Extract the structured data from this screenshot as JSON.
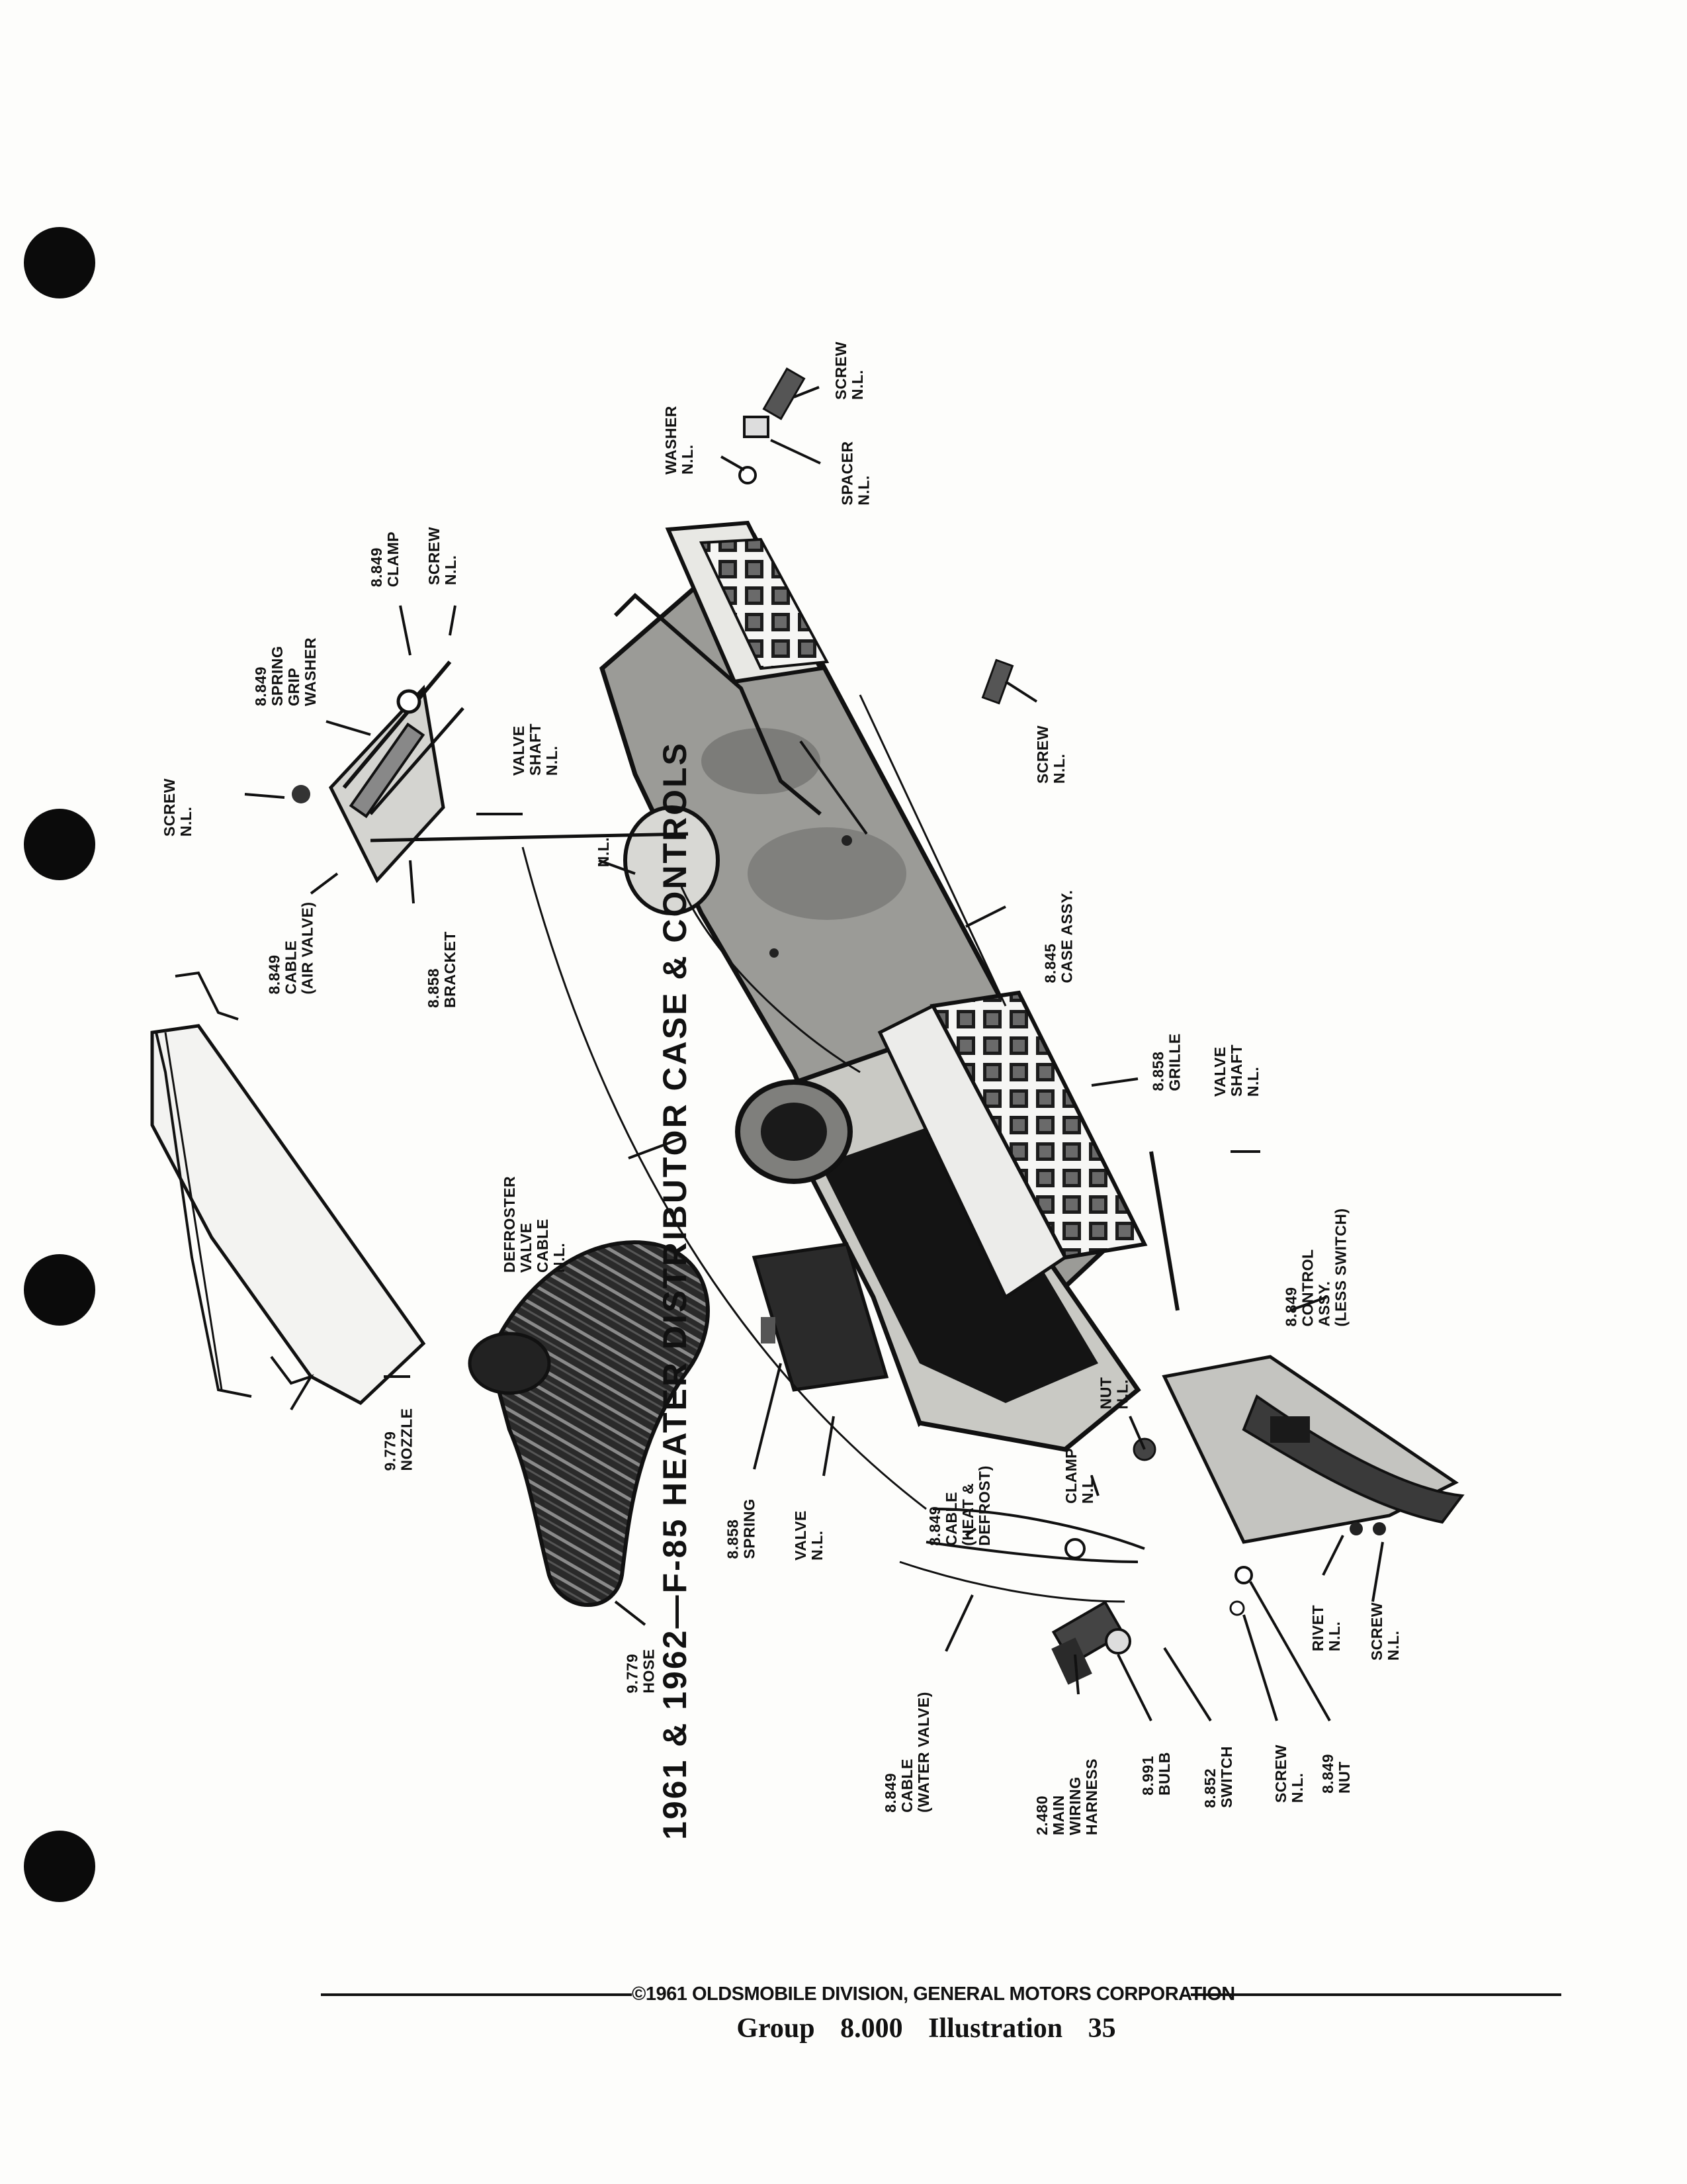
{
  "title": "1961 & 1962—F-85 HEATER DISTRIBUTOR CASE & CONTROLS",
  "labels": {
    "screw_top_right": "SCREW\nN.L.",
    "washer_top": "WASHER\nN.L.",
    "spacer_top": "SPACER\nN.L.",
    "clamp_8849": "8.849\nCLAMP",
    "screw_clamp": "SCREW\nN.L.",
    "spring_grip_washer": "8.849\nSPRING\nGRIP\nWASHER",
    "valve_shaft_upper": "VALVE\nSHAFT\nN.L.",
    "screw_bracket": "SCREW\nN.L.",
    "cable_air_valve": "8.849\nCABLE\n(AIR VALVE)",
    "bracket_8858": "8.858\nBRACKET",
    "nl_small": "N.L.",
    "screw_case": "SCREW\nN.L.",
    "case_assy": "8.845\nCASE ASSY.",
    "grille": "8.858\nGRILLE",
    "valve_shaft_lower": "VALVE\nSHAFT\nN.L.",
    "defroster_cable": "DEFROSTER\nVALVE\nCABLE\nN.L.",
    "control_assy": "8.849\nCONTROL\nASSY.\n(LESS SWITCH)",
    "nut_nl": "NUT\nN.L.",
    "nozzle": "9.779\nNOZZLE",
    "spring_8858": "8.858\nSPRING",
    "valve_nl": "VALVE\nN.L.",
    "cable_heat_defrost": "8.849\nCABLE\n(HEAT &\nDEFROST)",
    "clamp_nl": "CLAMP\nN.L.",
    "rivet": "RIVET\nN.L.",
    "screw_control": "SCREW\nN.L.",
    "hose": "9.779\nHOSE",
    "cable_water_valve": "8.849\nCABLE\n(WATER VALVE)",
    "main_wiring_harness": "2.480\nMAIN\nWIRING\nHARNESS",
    "bulb": "8.991\nBULB",
    "switch": "8.852\nSWITCH",
    "screw_switch": "SCREW\nN.L.",
    "nut_8849": "8.849\nNUT"
  },
  "footer": {
    "copyright": "©1961 OLDSMOBILE DIVISION, GENERAL MOTORS CORPORATION",
    "group_label": "Group",
    "group_number": "8.000",
    "illustration_label": "Illustration",
    "illustration_number": "35"
  }
}
